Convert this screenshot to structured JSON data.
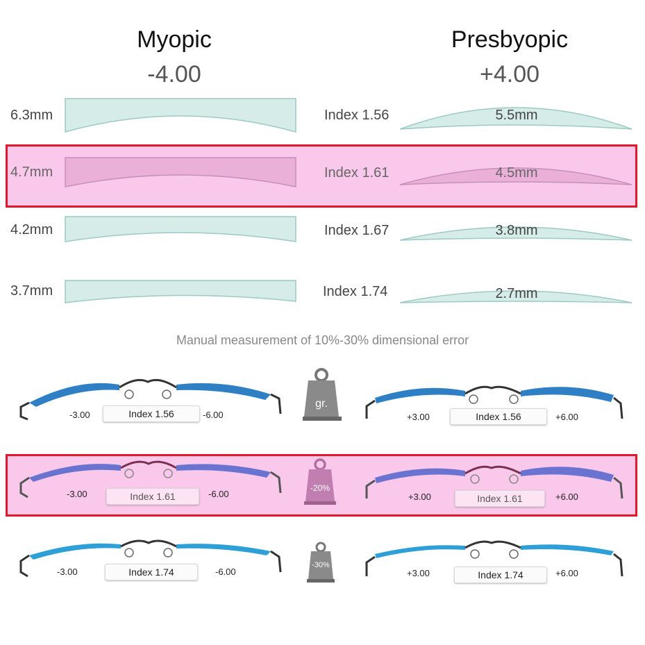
{
  "columns": {
    "myopic": {
      "title": "Myopic",
      "power": "-4.00"
    },
    "presbyopic": {
      "title": "Presbyopic",
      "power": "+4.00"
    }
  },
  "lens_rows": [
    {
      "myopic_thickness": "6.3mm",
      "index": "Index 1.56",
      "presbyopic_thickness": "5.5mm"
    },
    {
      "myopic_thickness": "4.7mm",
      "index": "Index 1.61",
      "presbyopic_thickness": "4.5mm",
      "highlighted": true
    },
    {
      "myopic_thickness": "4.2mm",
      "index": "Index 1.67",
      "presbyopic_thickness": "3.8mm"
    },
    {
      "myopic_thickness": "3.7mm",
      "index": "Index 1.74",
      "presbyopic_thickness": "2.7mm"
    }
  ],
  "note": "Manual measurement of 10%-30% dimensional error",
  "glasses_rows": [
    {
      "left_minus": "-3.00",
      "left_index": "Index 1.56",
      "right_minus": "-6.00",
      "weight": "gr.",
      "left_plus": "+3.00",
      "right_index": "Index 1.56",
      "right_plus": "+6.00"
    },
    {
      "left_minus": "-3.00",
      "left_index": "Index 1.61",
      "right_minus": "-6.00",
      "weight": "-20%",
      "left_plus": "+3.00",
      "right_index": "Index 1.61",
      "right_plus": "+6.00",
      "highlighted": true
    },
    {
      "left_minus": "-3.00",
      "left_index": "Index 1.74",
      "right_minus": "-6.00",
      "weight": "-30%",
      "left_plus": "+3.00",
      "right_index": "Index 1.74",
      "right_plus": "+6.00"
    }
  ],
  "colors": {
    "highlight_border": "#e0182a",
    "highlight_fill": "#f9c8ea",
    "lens_blue": "#2f7fc4",
    "lens_glass": "#d6ece8"
  }
}
